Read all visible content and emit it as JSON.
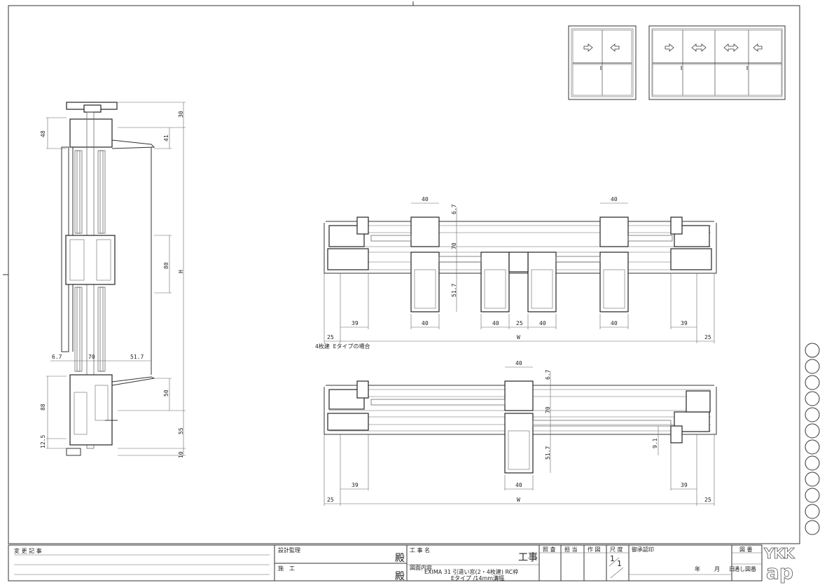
{
  "section": {
    "dims": {
      "d48": "48",
      "d30": "30",
      "d41": "41",
      "d80": "80",
      "dH": "H",
      "d50": "50",
      "d55": "55",
      "d10": "10",
      "d88": "88",
      "d12_5": "12.5",
      "d6_7": "6.7",
      "d70": "70",
      "d51_7": "51.7"
    }
  },
  "plan4": {
    "caption": "4枚建 Eタイプの場合",
    "dims": {
      "top40a": "40",
      "top40b": "40",
      "d6_7": "6.7",
      "d70": "70",
      "d51_7": "51.7",
      "b39a": "39",
      "b40a": "40",
      "b40b": "40",
      "b25": "25",
      "b40c": "40",
      "b40d": "40",
      "b39b": "39",
      "l25": "25",
      "w": "W",
      "r25": "25"
    }
  },
  "plan2": {
    "dims": {
      "top40": "40",
      "d6_7": "6.7",
      "d70": "70",
      "d51_7": "51.7",
      "d9_1": "9.1",
      "b39a": "39",
      "b40": "40",
      "b39b": "39",
      "l25": "25",
      "w": "W",
      "r25": "25"
    }
  },
  "title_block": {
    "change_log_label": "変 更 記 事",
    "design_supervision_label": "設計監理",
    "construction_label": "施　工",
    "honorific_1": "殿",
    "honorific_2": "殿",
    "project_name_label": "工 事 名",
    "project_suffix": "工事",
    "drawing_content_label": "図面内容",
    "drawing_content_line1": "EXIMA 31 引違い窓(2・4枚建) RC枠",
    "drawing_content_line2": "Eタイプ /14mm溝幅",
    "check_label": "照 査",
    "charge_label": "担 当",
    "drawn_label": "作 図",
    "scale_label": "尺 度",
    "scale_num": "1",
    "scale_den": "1",
    "approval_label": "御承認印",
    "year_label": "年",
    "month_label": "月",
    "day_label": "日",
    "drawing_no_label": "図 番",
    "serial_no_label": "通し図番",
    "logo_text_1": "YKK",
    "logo_text_2": "ap"
  }
}
